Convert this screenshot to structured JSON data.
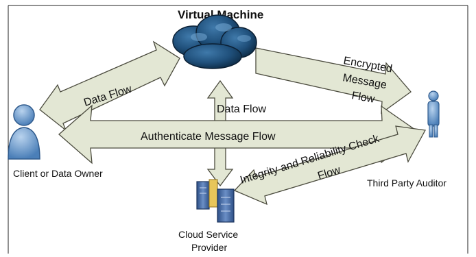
{
  "diagram": {
    "title": "Virtual Machine",
    "nodes": {
      "client": "Client or Data Owner",
      "auditor": "Third Party Auditor",
      "csp_line1": "Cloud Service",
      "csp_line2": "Provider"
    },
    "flows": {
      "data_flow_left": "Data Flow",
      "data_flow_center": "Data Flow",
      "encrypted_line1": "Encrypted",
      "encrypted_line2": "Message",
      "encrypted_line3": "Flow",
      "authenticate": "Authenticate Message Flow",
      "integrity_line1": "Integrity and Reliability Check",
      "integrity_line2": "Flow"
    },
    "colors": {
      "arrow_fill": "#e3e7d4",
      "arrow_stroke": "#4b4b3e",
      "cloud": "#1f4f7a",
      "person": "#7aa6d6",
      "server": "#4d6fa8"
    }
  }
}
